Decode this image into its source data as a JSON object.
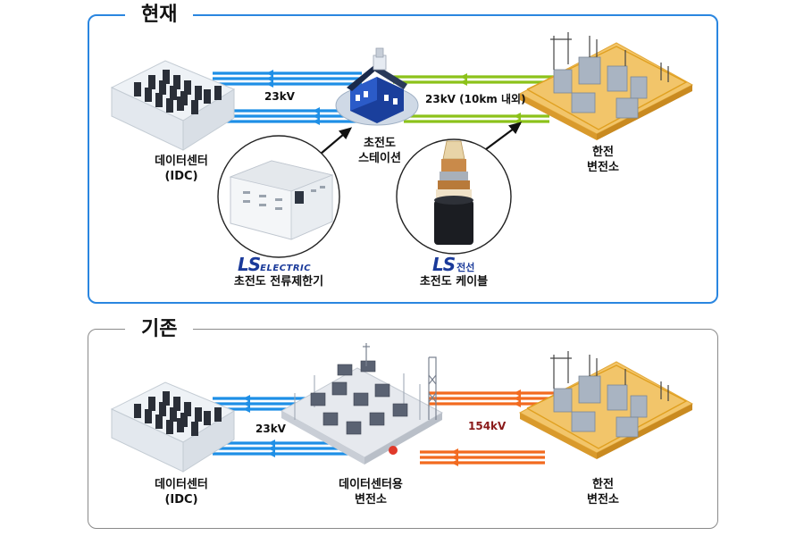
{
  "current": {
    "title": "현재",
    "idc": {
      "line1": "데이터센터",
      "line2": "(IDC)"
    },
    "station": {
      "line1": "초전도",
      "line2": "스테이션"
    },
    "substation": {
      "line1": "한전",
      "line2": "변전소"
    },
    "voltage_left": "23kV",
    "voltage_right": "23kV (10km 내외)",
    "limiter": {
      "brand": "LS",
      "brand_sub": "ELECTRIC",
      "label": "초전도 전류제한기"
    },
    "cable": {
      "brand": "LS",
      "brand_sub": "전선",
      "label": "초전도 케이블"
    }
  },
  "legacy": {
    "title": "기존",
    "idc": {
      "line1": "데이터센터",
      "line2": "(IDC)"
    },
    "dc_substation": {
      "line1": "데이터센터용",
      "line2": "변전소"
    },
    "substation": {
      "line1": "한전",
      "line2": "변전소"
    },
    "voltage_left": "23kV",
    "voltage_right": "154kV"
  },
  "colors": {
    "top_border": "#2a86e0",
    "bottom_border": "#8a8a8a",
    "blue_line": "#1e8fe6",
    "green_line": "#8cc21a",
    "orange_line": "#f26a1f",
    "brand_blue": "#1a3a9a"
  }
}
